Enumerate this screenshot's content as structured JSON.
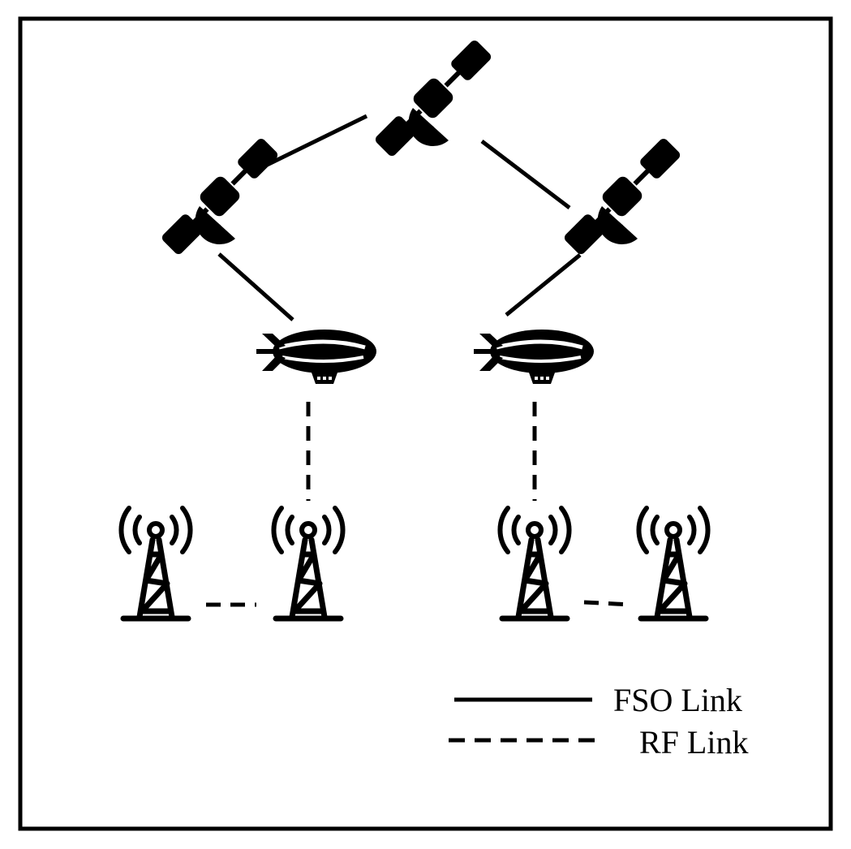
{
  "legend": {
    "fso_label": "FSO Link",
    "rf_label": "RF Link"
  },
  "colors": {
    "ink": "#000000",
    "background": "#ffffff"
  },
  "nodes": {
    "satellites": [
      "satellite-top",
      "satellite-left",
      "satellite-right"
    ],
    "airships": [
      "airship-left",
      "airship-right"
    ],
    "towers": [
      "tower-1",
      "tower-2",
      "tower-3",
      "tower-4"
    ]
  },
  "links": [
    {
      "from": "satellite-left",
      "to": "satellite-top",
      "type": "FSO"
    },
    {
      "from": "satellite-top",
      "to": "satellite-right",
      "type": "FSO"
    },
    {
      "from": "satellite-left",
      "to": "airship-left",
      "type": "FSO"
    },
    {
      "from": "satellite-right",
      "to": "airship-right",
      "type": "FSO"
    },
    {
      "from": "airship-left",
      "to": "tower-2",
      "type": "RF"
    },
    {
      "from": "airship-right",
      "to": "tower-3",
      "type": "RF"
    },
    {
      "from": "tower-1",
      "to": "tower-2",
      "type": "RF"
    },
    {
      "from": "tower-3",
      "to": "tower-4",
      "type": "RF"
    }
  ]
}
